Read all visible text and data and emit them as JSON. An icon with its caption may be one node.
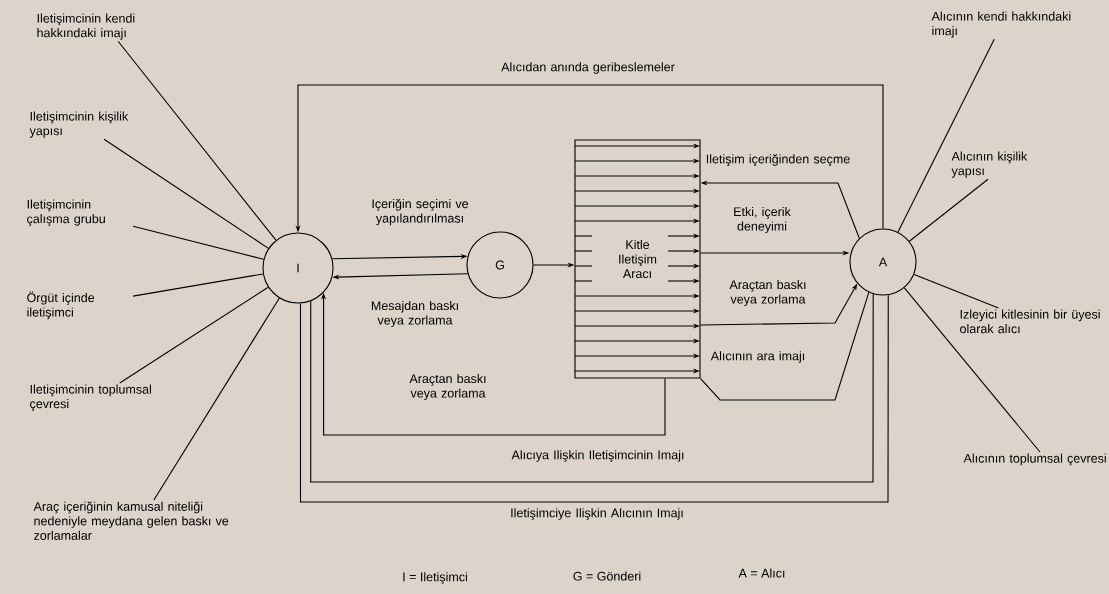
{
  "diagram": {
    "nodes": [
      {
        "text": [
          "I"
        ]
      },
      {
        "text": [
          "G"
        ]
      },
      {
        "text": [
          "Kitle Iletişim Aracı"
        ]
      },
      {
        "text": [
          "A"
        ]
      },
      {
        "text": [
          "Iletişimcinin kendi hakkındaki imajı"
        ]
      },
      {
        "text": [
          "Iletişimcinin kişilik yapısı"
        ]
      },
      {
        "text": [
          "Iletişimcinin çalışma grubu"
        ]
      },
      {
        "text": [
          "Örgüt içinde iletişimci"
        ]
      },
      {
        "text": [
          "Iletişimcinin toplumsal çevresi"
        ]
      },
      {
        "text": [
          "Araç içeriğinin kamusal niteliği nedeniyle meydana gelen baskı ve zorlamalar"
        ]
      },
      {
        "text": [
          "Alıcının kendi hakkındaki imajı"
        ]
      },
      {
        "text": [
          "Alıcının kişilik yapısı"
        ]
      },
      {
        "text": [
          "Izleyici kitlesinin bir üyesi olarak alıcı"
        ]
      },
      {
        "text": [
          "Alıcının toplumsal çevresi"
        ]
      }
    ],
    "edges": [
      {
        "from": 4,
        "to": 0,
        "arrow": "none"
      },
      {
        "from": 5,
        "to": 0,
        "arrow": "none"
      },
      {
        "from": 6,
        "to": 0,
        "arrow": "none"
      },
      {
        "from": 7,
        "to": 0,
        "arrow": "none"
      },
      {
        "from": 8,
        "to": 0,
        "arrow": "none"
      },
      {
        "from": 9,
        "to": 0,
        "arrow": "none"
      },
      {
        "from": 3,
        "to": 10,
        "arrow": "none"
      },
      {
        "from": 3,
        "to": 11,
        "arrow": "none"
      },
      {
        "from": 3,
        "to": 12,
        "arrow": "none"
      },
      {
        "from": 3,
        "to": 13,
        "arrow": "none"
      },
      {
        "from": 0,
        "to": 1,
        "arrow": "to",
        "label": "Içeriğin seçimi ve yapılandırılması"
      },
      {
        "from": 1,
        "to": 0,
        "arrow": "to",
        "label": "Mesajdan baskı veya zorlama"
      },
      {
        "from": 1,
        "to": 2,
        "arrow": "to"
      },
      {
        "from": 3,
        "to": 2,
        "arrow": "to",
        "label": "Iletişim içeriğinden seçme"
      },
      {
        "from": 2,
        "to": 3,
        "arrow": "to",
        "label": "Etki, içerik deneyimi"
      },
      {
        "from": 2,
        "to": 3,
        "arrow": "to",
        "label": "Araçtan baskı veya zorlama"
      },
      {
        "from": 3,
        "to": 2,
        "arrow": "none",
        "label": "Alıcının ara imajı"
      },
      {
        "from": 3,
        "to": 0,
        "arrow": "to",
        "label": "Alıcıdan anında geribeslemeler"
      },
      {
        "from": 2,
        "to": 0,
        "arrow": "to",
        "label": "Araçtan baskı veya zorlama"
      },
      {
        "from": 0,
        "to": 3,
        "arrow": "none",
        "label": "Alıcıya Ilişkin Iletişimcinin Imajı"
      },
      {
        "from": 0,
        "to": 3,
        "arrow": "none",
        "label": "Iletişimciye Ilişkin Alıcının Imajı"
      }
    ],
    "labels": [
      "I = Iletişimci",
      "G = Gönderi",
      "A = Alıcı"
    ]
  }
}
